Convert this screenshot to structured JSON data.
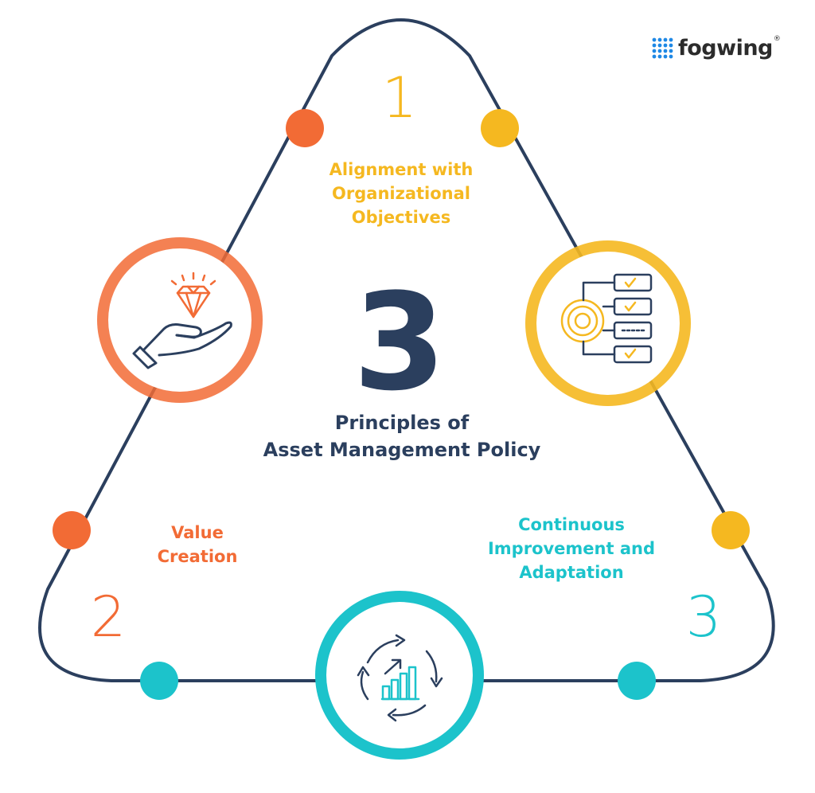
{
  "brand": {
    "name": "fogwing",
    "registered_mark": "®",
    "icon": "dot-grid-logo-icon",
    "color": "#1e88e5"
  },
  "center": {
    "number": "3",
    "title_line1": "Principles of",
    "title_line2": "Asset Management Policy"
  },
  "principles": [
    {
      "number": "1",
      "label_lines": [
        "Alignment with",
        "Organizational",
        "Objectives"
      ],
      "color": "#f5b820",
      "icon": "target-checklist-icon"
    },
    {
      "number": "2",
      "label_lines": [
        "Value",
        "Creation"
      ],
      "color": "#f26b35",
      "icon": "hand-diamond-icon"
    },
    {
      "number": "3",
      "label_lines": [
        "Continuous",
        "Improvement and",
        "Adaptation"
      ],
      "color": "#1cc3cb",
      "icon": "growth-cycle-icon"
    }
  ],
  "colors": {
    "outline": "#2b3f5e",
    "text_dark": "#2b3f5e"
  }
}
